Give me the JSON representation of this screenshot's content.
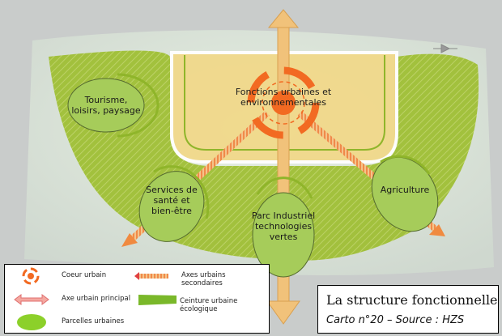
{
  "zones": {
    "core": "Fonctions urbaines et environnementales",
    "tourism": "Tourisme, loisirs, paysage",
    "health": "Services de santé et bien-être",
    "industrial": "Parc Industriel technologies vertes",
    "agriculture": "Agriculture"
  },
  "legend": {
    "core": "Coeur urbain",
    "main_axis": "Axe urbain principal",
    "parcels": "Parcelles urbaines",
    "secondary_axes": "Axes urbains secondaires",
    "green_belt": "Ceinture urbaine écologique"
  },
  "title": "La structure fonctionnelle",
  "subtitle": "Carto n°20 – Source : HZS",
  "colors": {
    "core": "#f26a22",
    "axis": "#f0b860",
    "belt": "#8fb52a",
    "parcel": "#a6cc5a"
  }
}
